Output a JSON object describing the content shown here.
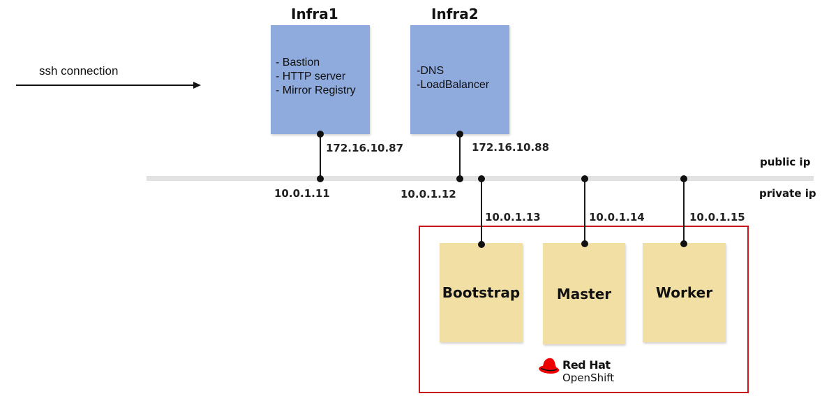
{
  "ssh": {
    "label": "ssh connection"
  },
  "infra1": {
    "title": "Infra1",
    "items": [
      "- Bastion",
      "- HTTP server",
      "- Mirror Registry"
    ],
    "public_ip": "172.16.10.87",
    "private_ip": "10.0.1.11"
  },
  "infra2": {
    "title": "Infra2",
    "items": [
      "-DNS",
      "-LoadBalancer"
    ],
    "public_ip": "172.16.10.88",
    "private_ip": "10.0.1.12"
  },
  "network": {
    "public_label": "public ip",
    "private_label": "private ip"
  },
  "nodes": [
    {
      "name": "Bootstrap",
      "ip": "10.0.1.13"
    },
    {
      "name": "Master",
      "ip": "10.0.1.14"
    },
    {
      "name": "Worker",
      "ip": "10.0.1.15"
    }
  ],
  "logo": {
    "line1": "Red Hat",
    "line2": "OpenShift",
    "hat_color": "#ee0000"
  },
  "colors": {
    "infra_box": "#8faadc",
    "node_box": "#f2dfa3",
    "cluster_border": "#c8161d"
  }
}
